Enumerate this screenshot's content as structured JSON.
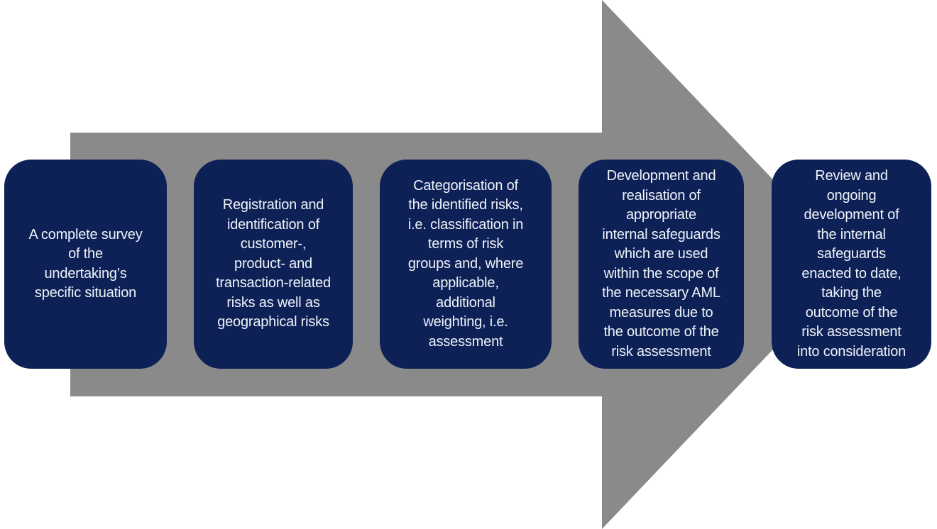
{
  "diagram": {
    "type": "process-arrow",
    "direction": "right",
    "colors": {
      "arrow_gray": "#8a8a8a",
      "box_navy": "#0e2156",
      "text": "#eef3fa",
      "background": "#ffffff"
    },
    "steps": [
      {
        "label": "A complete survey\nof the\nundertaking’s\nspecific situation"
      },
      {
        "label": "Registration and\nidentification of\ncustomer-,\nproduct- and\ntransaction-related\nrisks as well as\ngeographical risks"
      },
      {
        "label": "Categorisation of\nthe identified risks,\ni.e. classification in\nterms of risk\ngroups and, where\napplicable,\nadditional\nweighting, i.e.\nassessment"
      },
      {
        "label": "Development and\nrealisation of\nappropriate\ninternal safeguards\nwhich are used\nwithin the scope of\nthe necessary AML\nmeasures due to\nthe outcome of the\nrisk assessment"
      },
      {
        "label": "Review and\nongoing\ndevelopment of\nthe internal\nsafeguards\nenacted to date,\ntaking the\noutcome of the\nrisk assessment\ninto consideration"
      }
    ]
  }
}
